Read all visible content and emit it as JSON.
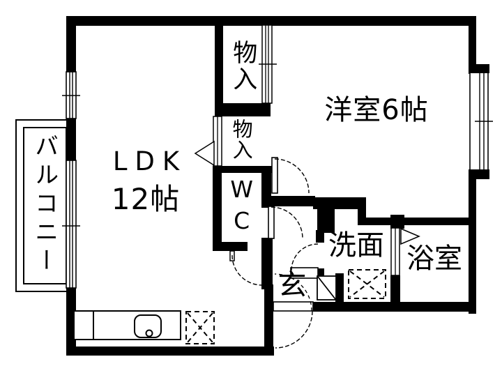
{
  "plan": {
    "title": "apartment-floor-plan",
    "bg_color": "#ffffff",
    "line_color": "#000000",
    "rooms": {
      "balcony": {
        "label": "バルコニー"
      },
      "ldk": {
        "label": "LDK",
        "size": "12帖"
      },
      "storage_top": {
        "label": "物入"
      },
      "storage_mid": {
        "label": "物入"
      },
      "wc": {
        "label": "WC"
      },
      "western_room": {
        "label": "洋室6帖"
      },
      "washroom": {
        "label": "洗面"
      },
      "bathroom": {
        "label": "浴室"
      },
      "entrance": {
        "label": "玄"
      }
    }
  }
}
